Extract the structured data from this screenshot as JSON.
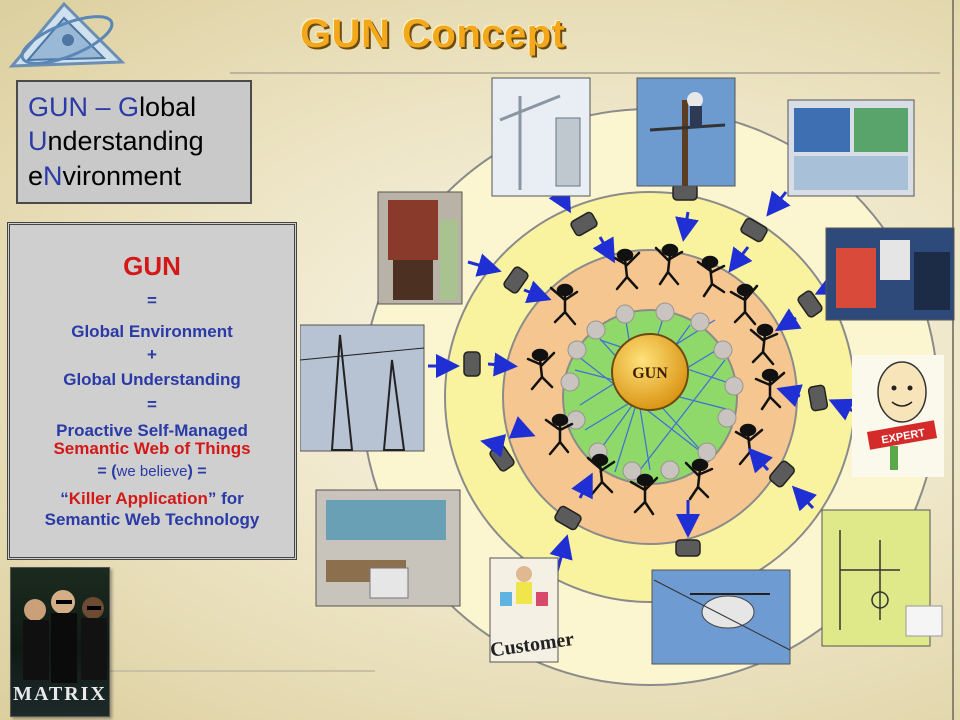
{
  "title": "GUN Concept",
  "definition": {
    "line1_a": "G",
    "line1_b": "UN – ",
    "line1_c": "G",
    "line1_d": "lobal",
    "line2_a": "U",
    "line2_b": "nderstanding",
    "line3_a": "e",
    "line3_b": "N",
    "line3_c": "vironment"
  },
  "equation": {
    "gun": "GUN",
    "eq1": "=",
    "global_env": "Global Environment",
    "plus": "+",
    "global_und": "Global Understanding",
    "eq2": "=",
    "proactive": "Proactive Self-Managed",
    "semantic": "Semantic Web of Things",
    "we_believe_a": "= (",
    "we_believe_b": "we believe",
    "we_believe_c": ") =",
    "killer_q1": "“",
    "killer_app": "Killer Application",
    "killer_q2": "” for",
    "sem_web_tech": "Semantic Web Technology"
  },
  "diagram": {
    "center_label": "GUN",
    "expert_label": "EXPERT",
    "customer_label": "Customer",
    "matrix_label": "MATRIX",
    "colors": {
      "outer_ring": "#fbf6cf",
      "yellow_ring": "#f9f3a0",
      "peach_ring": "#f6c690",
      "green_core": "#8fd86a",
      "gun_center": "#f1b62a",
      "arrow": "#1f2fd4"
    }
  }
}
